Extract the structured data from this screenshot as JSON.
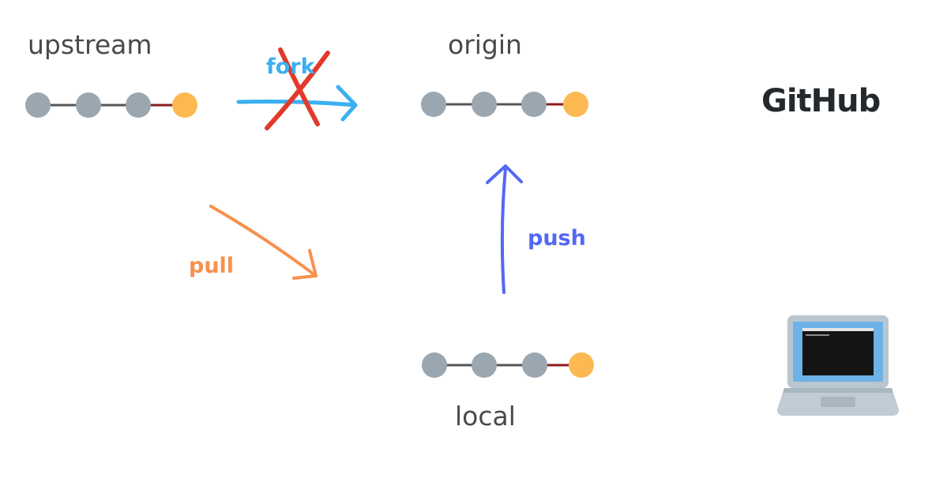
{
  "repos": {
    "upstream": {
      "label": "upstream",
      "commits": 4
    },
    "origin": {
      "label": "origin",
      "commits": 4
    },
    "local": {
      "label": "local",
      "commits": 4
    }
  },
  "actions": {
    "fork": {
      "label": "fork",
      "crossed_out": true
    },
    "pull": {
      "label": "pull"
    },
    "push": {
      "label": "push"
    }
  },
  "logos": {
    "github": "GitHub"
  },
  "icons": {
    "laptop": "laptop-terminal-icon"
  },
  "colors": {
    "commit_gray": "#9aa7b1",
    "commit_new": "#fcb952",
    "line_dark": "#555555",
    "line_new": "#8b1a1a",
    "fork": "#3bb0f0",
    "cross": "#e13a2c",
    "pull": "#f7914d",
    "push": "#5468f2",
    "label": "#4a4a4a",
    "github": "#24292e"
  }
}
